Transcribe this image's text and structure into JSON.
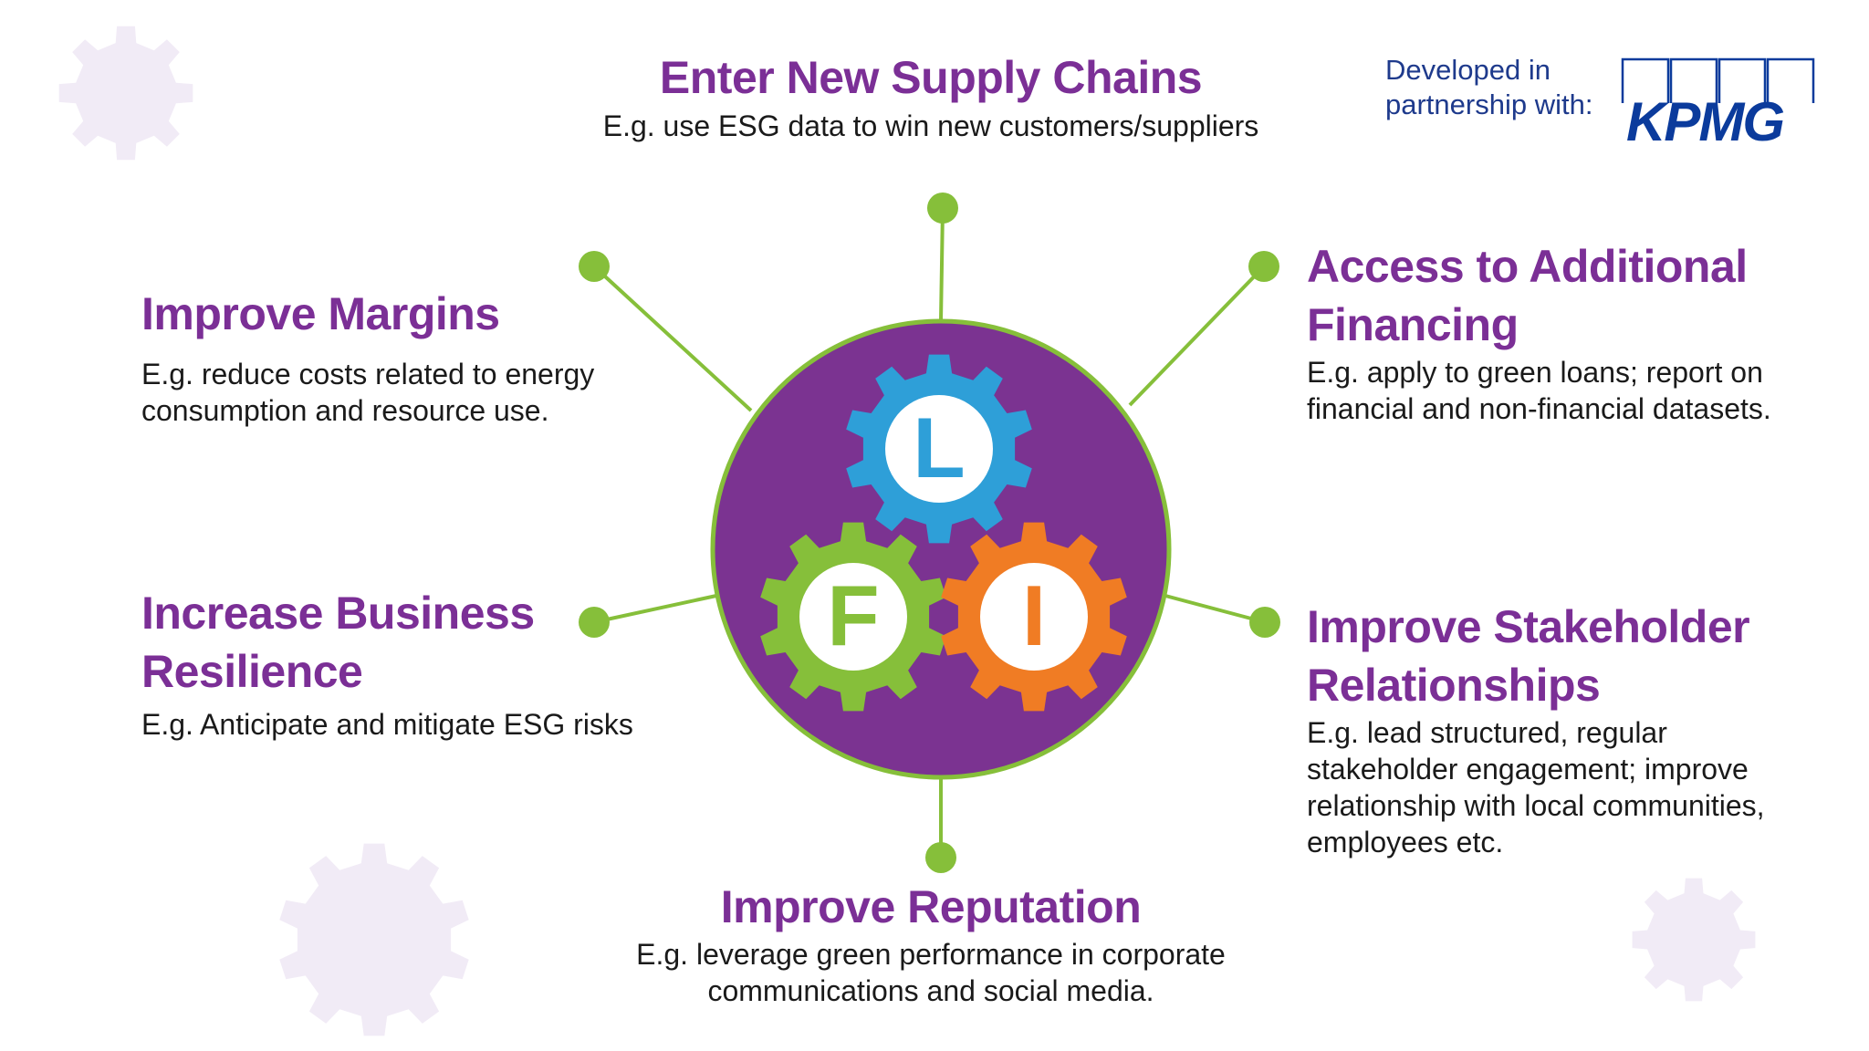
{
  "diagram": {
    "center_gears": [
      {
        "letter": "L",
        "color": "#2e9fd8"
      },
      {
        "letter": "F",
        "color": "#86bf3a"
      },
      {
        "letter": "I",
        "color": "#f07c24"
      }
    ],
    "colors": {
      "hub": "#7b3391",
      "hub_border": "#86bf3a",
      "connector": "#86bf3a",
      "title": "#7b2f96",
      "background_gear": "#f1ebf6"
    }
  },
  "benefits": {
    "supply_chains": {
      "title": "Enter New Supply Chains",
      "description": "E.g. use ESG data to win new customers/suppliers"
    },
    "financing": {
      "title": "Access to Additional Financing",
      "description": "E.g. apply to green loans; report on financial and non-financial datasets."
    },
    "margins": {
      "title": "Improve Margins",
      "description": "E.g. reduce costs related to energy consumption and resource use."
    },
    "resilience": {
      "title": "Increase Business Resilience",
      "description": "E.g. Anticipate and mitigate ESG risks"
    },
    "stakeholder": {
      "title": "Improve Stakeholder Relationships",
      "description": "E.g. lead structured, regular stakeholder engagement; improve relationship with local communities, employees etc."
    },
    "reputation": {
      "title": "Improve Reputation",
      "description": "E.g. leverage green performance in corporate communications and social media."
    }
  },
  "partner": {
    "text": "Developed in partnership with:",
    "logo_text": "KPMG",
    "logo_color": "#0b3b9c"
  }
}
